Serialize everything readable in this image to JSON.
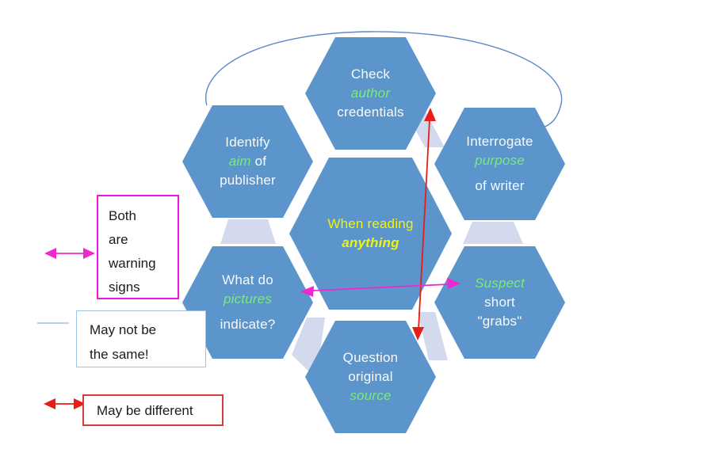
{
  "palette": {
    "hex-fill": "#5b95cc",
    "connector": "#d3daed",
    "text-white": "#f7fafd",
    "text-green": "#7ce87f",
    "text-yellow": "#eef312",
    "magenta": "#ee28cc",
    "red": "#e81d17",
    "curve-blue": "#5b8ac6",
    "legend1-border": "#f015e0",
    "legend2-border": "#9dc3e6",
    "legend3-border": "#d53a3a",
    "legend-text": "#1c1c1c"
  },
  "hexagons": {
    "top": {
      "lines": [
        "Check",
        "author",
        "credentials"
      ]
    },
    "top_left": {
      "lines": [
        "Identify",
        [
          "aim",
          " of"
        ],
        "publisher"
      ]
    },
    "top_right": {
      "lines": [
        "Interrogate",
        "purpose",
        "of writer"
      ]
    },
    "center": {
      "lines": [
        "When reading",
        "anything"
      ]
    },
    "bottom_left": {
      "lines": [
        "What do",
        "pictures",
        "indicate?"
      ]
    },
    "bottom_right": {
      "lines": [
        "Suspect",
        "short",
        "\"grabs\""
      ]
    },
    "bottom": {
      "lines": [
        "Question",
        "original",
        "source"
      ]
    }
  },
  "legend": {
    "warning": {
      "lines": [
        "Both",
        "are",
        "warning",
        "signs"
      ]
    },
    "not_same": {
      "lines": [
        "May not be",
        "the same!"
      ]
    },
    "different": {
      "lines": [
        "May be different"
      ]
    }
  },
  "annotations": {
    "vertical_connector": {
      "icon": "red-double-arrow-icon",
      "color": "#e81d17"
    },
    "horizontal_connector": {
      "icon": "magenta-double-arrow-icon",
      "color": "#ee28cc"
    },
    "top_connector": {
      "icon": "blue-arc-connector-icon",
      "color": "#5b8ac6"
    }
  }
}
